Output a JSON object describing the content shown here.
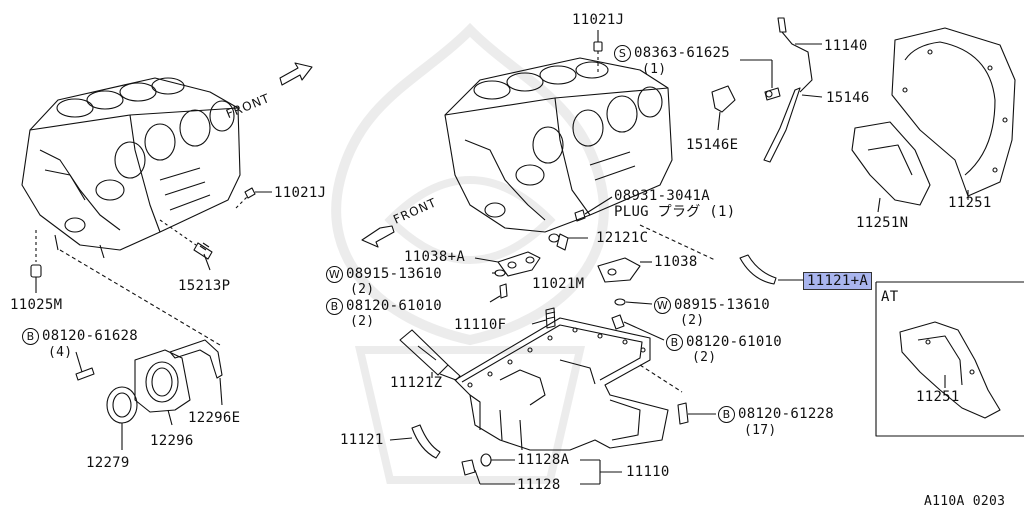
{
  "diagram": {
    "front_label": "FRONT",
    "variant_box_label": "AT",
    "footer_code": "A110A 0203",
    "labels": {
      "p11021J_left": "11021J",
      "p11025M": "11025M",
      "p15213P": "15213P",
      "b08120_61628": "08120-61628",
      "b08120_61628_qty": "(4)",
      "p12296E": "12296E",
      "p12296": "12296",
      "p12279": "12279",
      "p11021J_top": "11021J",
      "s08363_61625": "08363-61625",
      "s08363_61625_qty": "(1)",
      "p11140": "11140",
      "p15146": "15146",
      "p15146E": "15146E",
      "p08931_3041A": "08931-3041A",
      "plug": "PLUG プラグ (1)",
      "p12121C": "12121C",
      "p11038A": "11038+A",
      "w08915_13610_left": "08915-13610",
      "w08915_13610_left_qty": "(2)",
      "b08120_61010_left": "08120-61010",
      "b08120_61010_left_qty": "(2)",
      "p11021M": "11021M",
      "p11038": "11038",
      "w08915_13610_right": "08915-13610",
      "w08915_13610_right_qty": "(2)",
      "p11110F": "11110F",
      "b08120_61010_right": "08120-61010",
      "b08120_61010_right_qty": "(2)",
      "p11121Z": "11121Z",
      "b08120_61228": "08120-61228",
      "b08120_61228_qty": "(17)",
      "p11121": "11121",
      "p11128A": "11128A",
      "p11110": "11110",
      "p11128": "11128",
      "p11251N": "11251N",
      "p11251": "11251",
      "p11121A": "11121+A",
      "p11251_at": "11251"
    },
    "marks": {
      "s": "S",
      "w": "W",
      "b": "B"
    },
    "highlight_color": "#a9b5ee"
  }
}
